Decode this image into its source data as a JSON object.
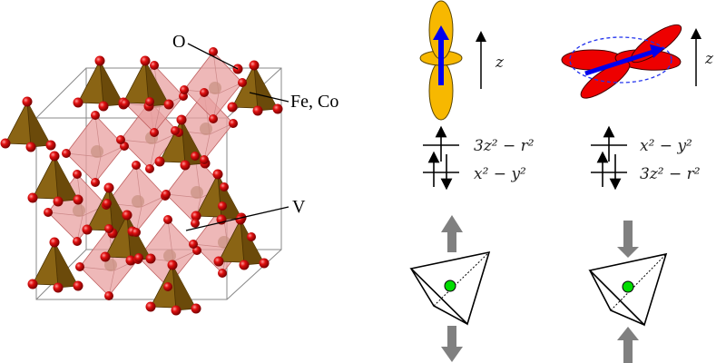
{
  "structure": {
    "labels": {
      "oxygen": "O",
      "tetra_site": "Fe, Co",
      "octa_site": "V"
    },
    "colors": {
      "oxygen": "#e01010",
      "tetrahedron": "#8a6414",
      "octahedron": "#e8a0a0",
      "cell_edge": "#888888"
    }
  },
  "orbitals": {
    "left": {
      "axis_label": "z",
      "upper_level": "3z² − r²",
      "lower_level": "x² − y²",
      "orbital_color": "#f7b800",
      "strain": "tensile"
    },
    "right": {
      "axis_label": "z",
      "upper_level": "x² − y²",
      "lower_level": "3z² − r²",
      "orbital_color": "#ee0000",
      "strain": "compressive"
    },
    "spin_color": "#0000ee",
    "ion_color": "#00dd00",
    "arrow_color": "#808080"
  }
}
